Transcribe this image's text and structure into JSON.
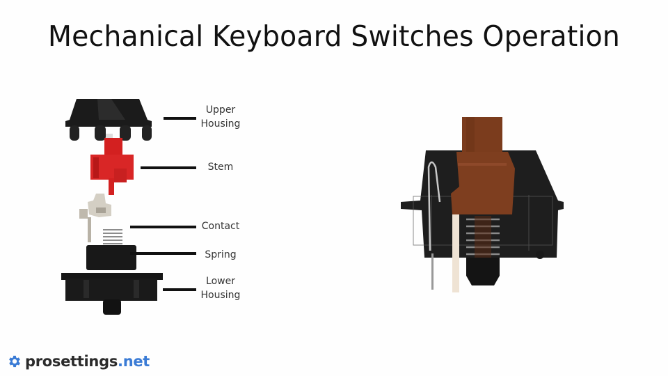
{
  "title": "Mechanical Keyboard Switches Operation",
  "exploded_view": {
    "parts": [
      {
        "id": "upper_housing",
        "label_line1": "Upper",
        "label_line2": "Housing",
        "color": "#1a1a1a"
      },
      {
        "id": "stem",
        "label_line1": "Stem",
        "label_line2": "",
        "color": "#d62828"
      },
      {
        "id": "contact",
        "label_line1": "Contact",
        "label_line2": "",
        "color": "#cfcac0"
      },
      {
        "id": "spring",
        "label_line1": "Spring",
        "label_line2": "",
        "color": "#9a9a9a"
      },
      {
        "id": "lower_housing",
        "label_line1": "Lower",
        "label_line2": "Housing",
        "color": "#151515"
      }
    ]
  },
  "assembled_view": {
    "stem_color": "#7a3b1c",
    "housing_color": "#1c1c1c",
    "spring_color": "#8a8a8a"
  },
  "branding": {
    "logo_icon": "gear-icon",
    "name": "prosettings",
    "tld": ".net",
    "accent": "#3a7bd5"
  }
}
